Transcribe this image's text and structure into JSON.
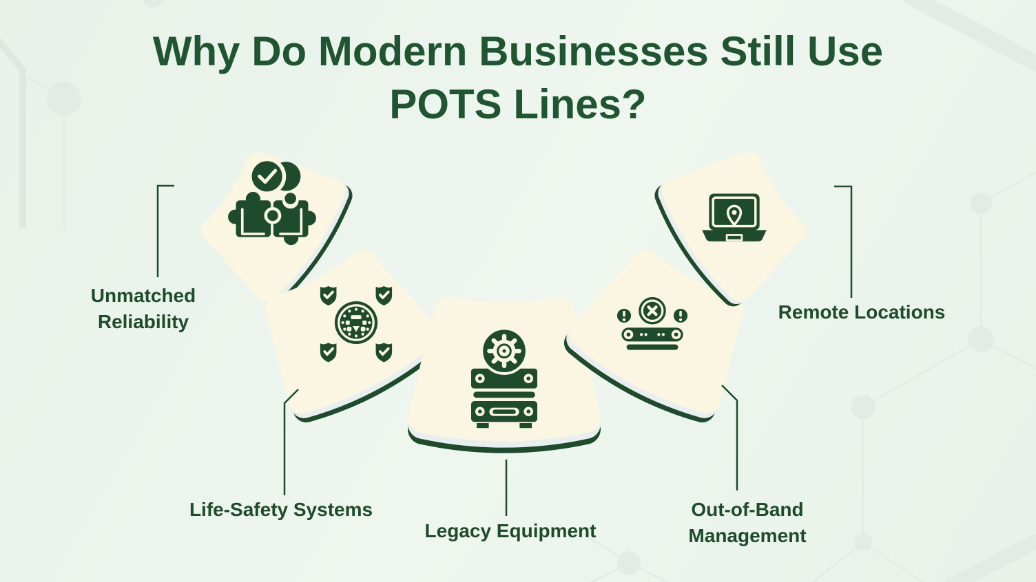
{
  "title": {
    "line1": "Why Do Modern Businesses Still Use",
    "line2": "POTS Lines?"
  },
  "segments": [
    {
      "name": "unmatched-reliability",
      "icon": "puzzle-check-icon",
      "label_lines": [
        "Unmatched",
        "Reliability"
      ]
    },
    {
      "name": "life-safety-systems",
      "icon": "security-shields-icon",
      "label_lines": [
        "Life-Safety Systems"
      ]
    },
    {
      "name": "legacy-equipment",
      "icon": "legacy-machine-icon",
      "label_lines": [
        "Legacy Equipment"
      ]
    },
    {
      "name": "out-of-band-management",
      "icon": "router-alert-icon",
      "label_lines": [
        "Out-of-Band",
        "Management"
      ]
    },
    {
      "name": "remote-locations",
      "icon": "laptop-location-icon",
      "label_lines": [
        "Remote Locations"
      ]
    }
  ],
  "colors": {
    "c-ink": "#1d4b2c",
    "c-title": "#1f5531",
    "c-cream": "#faf6e1",
    "c-lite": "#e9eff0",
    "c-bg1": "#e8f2e9",
    "c-bg2": "#eef6ef",
    "c-deco": "#dfe8e0",
    "c-deco2": "#e3ece4"
  }
}
